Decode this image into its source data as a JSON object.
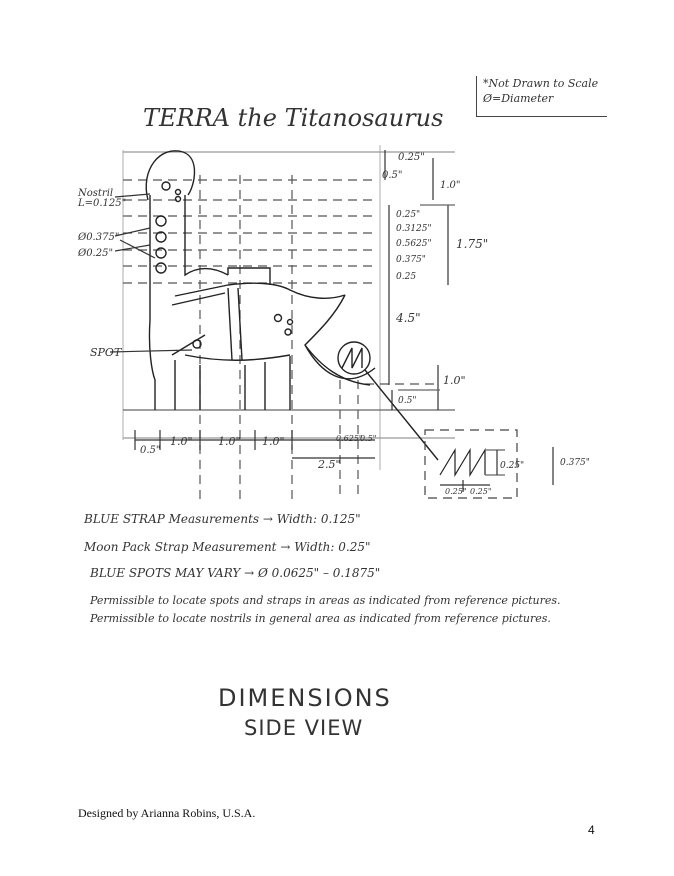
{
  "legend": {
    "line1": "*Not Drawn to Scale",
    "line2": "Ø=Diameter"
  },
  "title": "TERRA the Titanosaurus",
  "labels": {
    "nostril": "Nostril",
    "nostril_len": "L=0.125\"",
    "dia_a": "Ø0.375\"",
    "dia_b": "Ø0.25\"",
    "spot": "SPOT"
  },
  "dims_right": {
    "d025_top": "0.25\"",
    "d05": "0.5\"",
    "d10_top": "1.0\"",
    "d025": "0.25\"",
    "d03125": "0.3125\"",
    "d05625": "0.5625\"",
    "d0375": "0.375\"",
    "d025b": "0.25",
    "d175": "1.75\"",
    "d45": "4.5\"",
    "d10_bottom": "1.0\"",
    "d05_bottom": "0.5\""
  },
  "dims_bottom": {
    "b05": "0.5\"",
    "b10a": "1.0\"",
    "b10b": "1.0\"",
    "b10c": "1.0\"",
    "b0625": "0.625\"",
    "b05r": "0.5\"",
    "b25": "2.5\""
  },
  "detail": {
    "h025": "0.25\"",
    "h0375": "0.375\"",
    "w025a": "0.25\"",
    "w025b": "0.25\""
  },
  "notes": [
    "BLUE STRAP Measurements → Width: 0.125\"",
    "Moon Pack Strap Measurement → Width: 0.25\"",
    "BLUE SPOTS MAY VARY → Ø 0.0625\" – 0.1875\"",
    "Permissible to locate spots and straps in areas as indicated from reference pictures.",
    "Permissible to locate nostrils in general area as indicated from reference pictures."
  ],
  "heading": {
    "line1": "DIMENSIONS",
    "line2": "SIDE VIEW"
  },
  "footer": {
    "credit": "Designed by Arianna Robins, U.S.A.",
    "page": "4"
  }
}
